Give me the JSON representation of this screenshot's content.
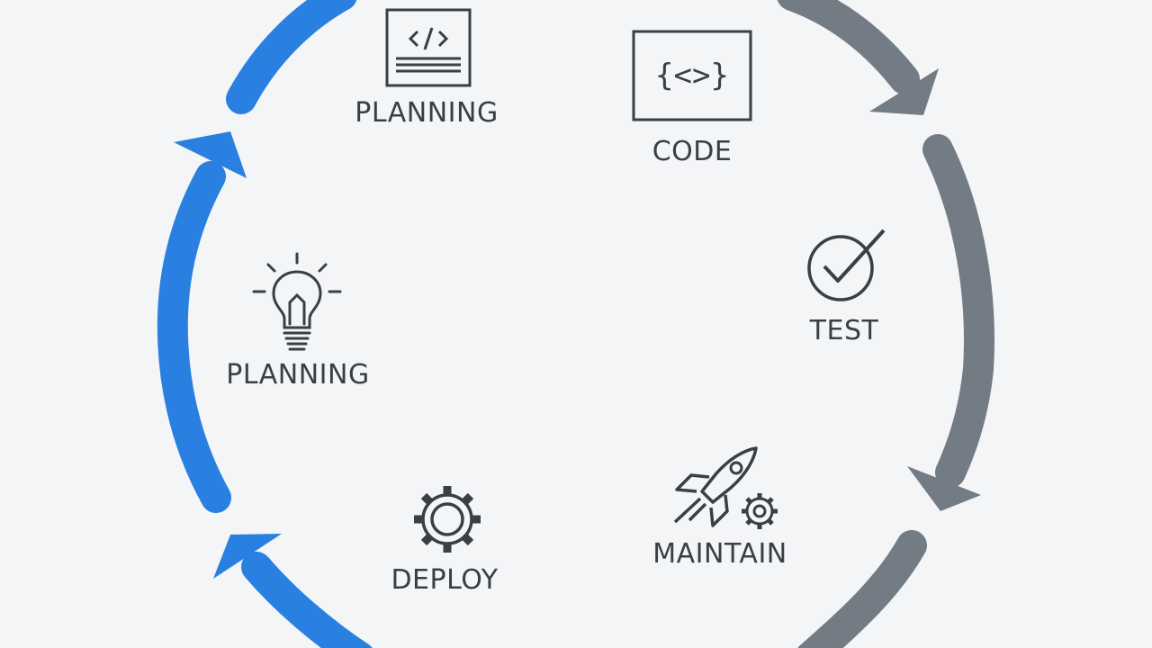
{
  "colors": {
    "background": "#f3f5f7",
    "accent_blue": "#2a80e0",
    "accent_gray": "#737b84",
    "icon_stroke": "#3a3f45",
    "label": "#3a3f45"
  },
  "stages": [
    {
      "id": "planning-top",
      "label": "PLANNING",
      "icon": "document-code-icon"
    },
    {
      "id": "code",
      "label": "CODE",
      "icon": "code-brackets-icon"
    },
    {
      "id": "test",
      "label": "TEST",
      "icon": "checkmark-circle-icon"
    },
    {
      "id": "maintain",
      "label": "MAINTAIN",
      "icon": "rocket-gear-icon"
    },
    {
      "id": "deploy",
      "label": "DEPLOY",
      "icon": "gear-icon"
    },
    {
      "id": "planning-left",
      "label": "PLANNING",
      "icon": "lightbulb-icon"
    }
  ],
  "arrows": [
    {
      "id": "arrow-top-right",
      "color": "gray",
      "has_head": true
    },
    {
      "id": "arrow-right-lower",
      "color": "gray",
      "has_head": true
    },
    {
      "id": "arrow-bottom-right",
      "color": "gray",
      "has_head": false
    },
    {
      "id": "arrow-bottom-left",
      "color": "blue",
      "has_head": true
    },
    {
      "id": "arrow-left",
      "color": "blue",
      "has_head": true
    },
    {
      "id": "arrow-top-left",
      "color": "blue",
      "has_head": false
    }
  ]
}
